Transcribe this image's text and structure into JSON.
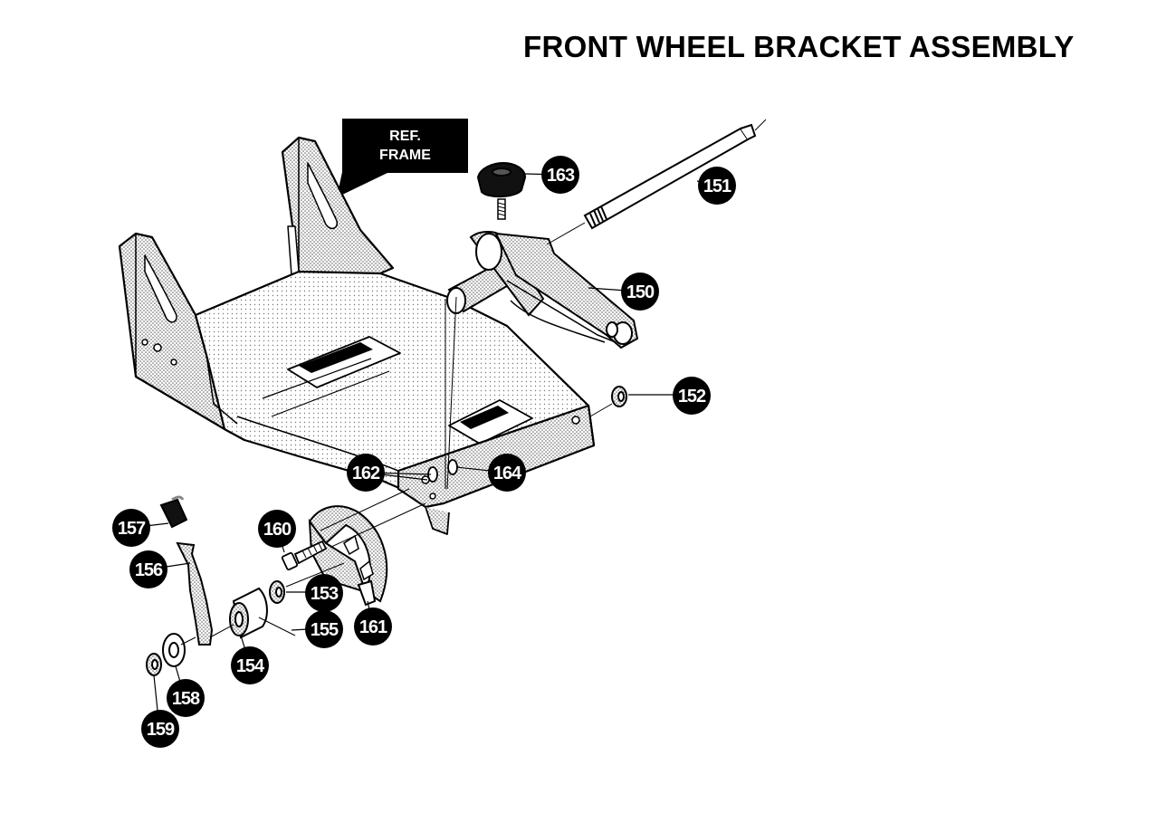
{
  "title": "FRONT WHEEL BRACKET ASSEMBLY",
  "ref_label": {
    "line1": "REF.",
    "line2": "FRAME"
  },
  "colors": {
    "ink": "#000000",
    "paper": "#ffffff",
    "stipple": "#9a9a9a"
  },
  "callouts": [
    {
      "id": "c150",
      "number": "150"
    },
    {
      "id": "c151",
      "number": "151"
    },
    {
      "id": "c152",
      "number": "152"
    },
    {
      "id": "c153",
      "number": "153"
    },
    {
      "id": "c154",
      "number": "154"
    },
    {
      "id": "c155",
      "number": "155"
    },
    {
      "id": "c156",
      "number": "156"
    },
    {
      "id": "c157",
      "number": "157"
    },
    {
      "id": "c158",
      "number": "158"
    },
    {
      "id": "c159",
      "number": "159"
    },
    {
      "id": "c160",
      "number": "160"
    },
    {
      "id": "c161",
      "number": "161"
    },
    {
      "id": "c162",
      "number": "162"
    },
    {
      "id": "c163",
      "number": "163"
    },
    {
      "id": "c164",
      "number": "164"
    }
  ]
}
